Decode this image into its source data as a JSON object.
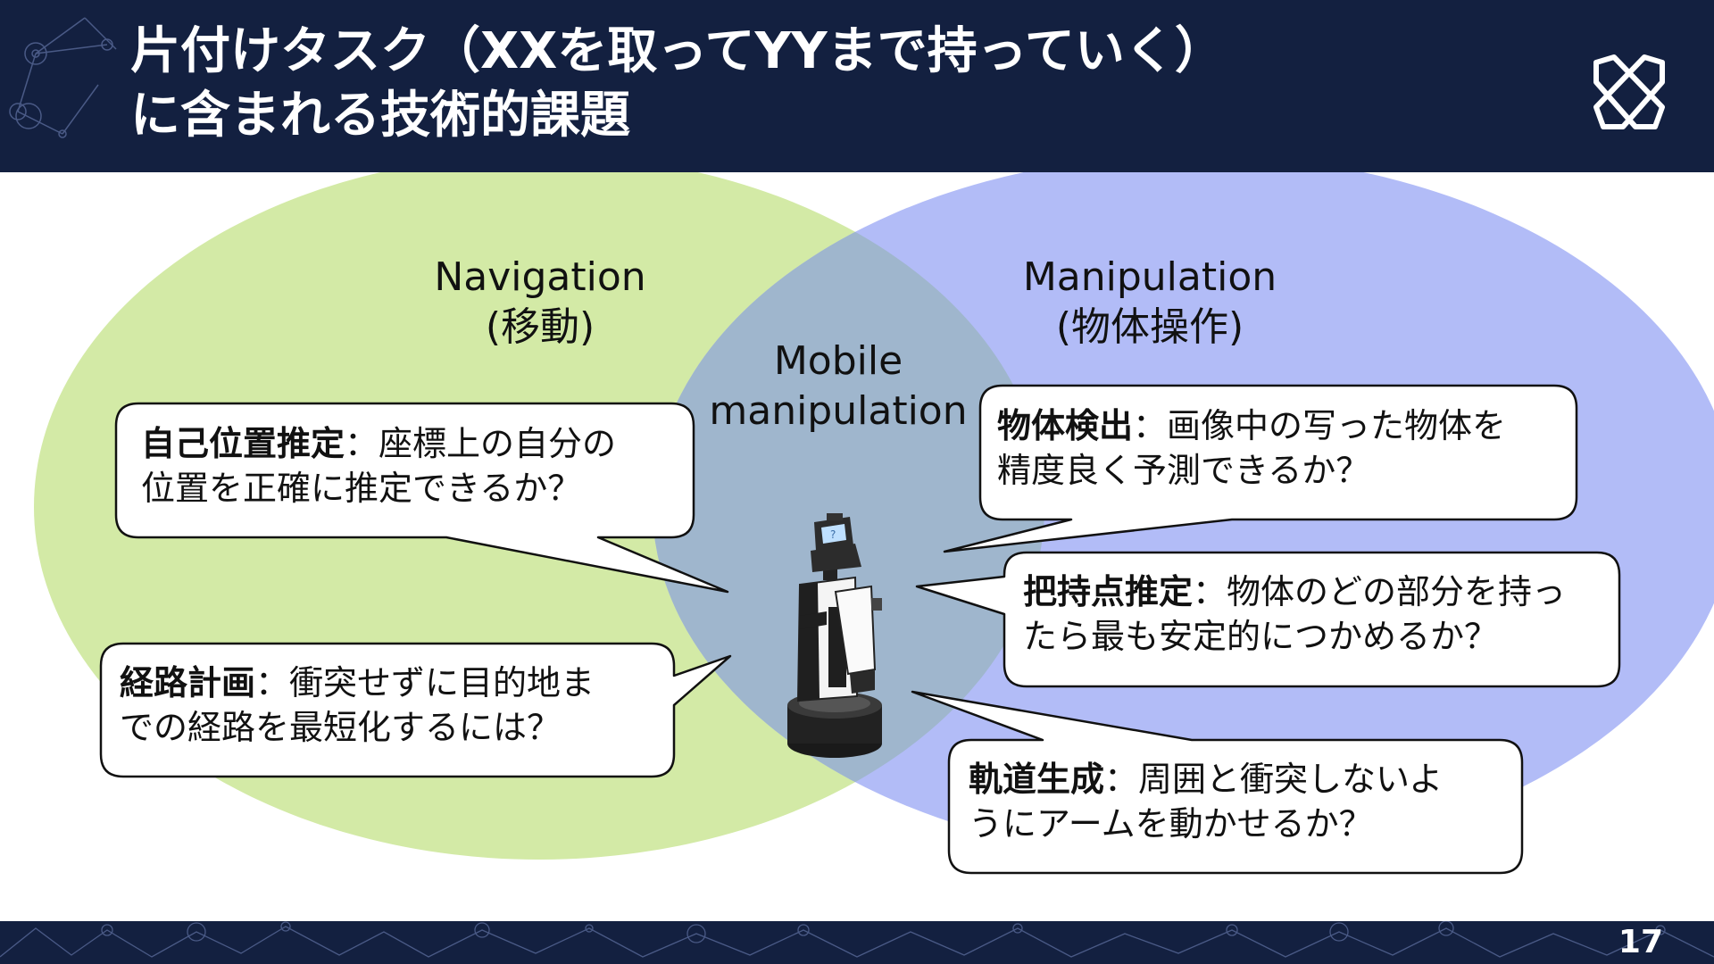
{
  "header": {
    "title_line1": "片付けタスク（XXを取ってYYまで持っていく）",
    "title_line2": "に含まれる技術的課題",
    "logo_icon": "crossed-tools-logo-icon"
  },
  "colors": {
    "header_bg": "#132040",
    "navigation_circle": "#d3eaa6",
    "manipulation_circle": "#b2bcf7",
    "overlap": "#9fb6cd"
  },
  "venn": {
    "navigation": {
      "line1": "Navigation",
      "line2": "(移動)"
    },
    "manipulation": {
      "line1": "Manipulation",
      "line2": "(物体操作)"
    },
    "overlap": {
      "line1": "Mobile",
      "line2": "manipulation"
    },
    "robot_icon": "mobile-manipulator-robot-icon"
  },
  "callouts": {
    "self_localization": {
      "term": "自己位置推定",
      "line1_rest": "：座標上の自分の",
      "line2": "位置を正確に推定できるか？"
    },
    "path_planning": {
      "term": "経路計画",
      "line1_rest": "：衝突せずに目的地ま",
      "line2": "での経路を最短化するには？"
    },
    "object_detection": {
      "term": "物体検出",
      "line1_rest": "：画像中の写った物体を",
      "line2": "精度良く予測できるか？"
    },
    "grasp_estimation": {
      "term": "把持点推定",
      "line1_rest": "：物体のどの部分を持っ",
      "line2": "たら最も安定的につかめるか？"
    },
    "trajectory_generation": {
      "term": "軌道生成",
      "line1_rest": "：周囲と衝突しないよ",
      "line2": "うにアームを動かせるか？"
    }
  },
  "footer": {
    "page_number": "17"
  }
}
